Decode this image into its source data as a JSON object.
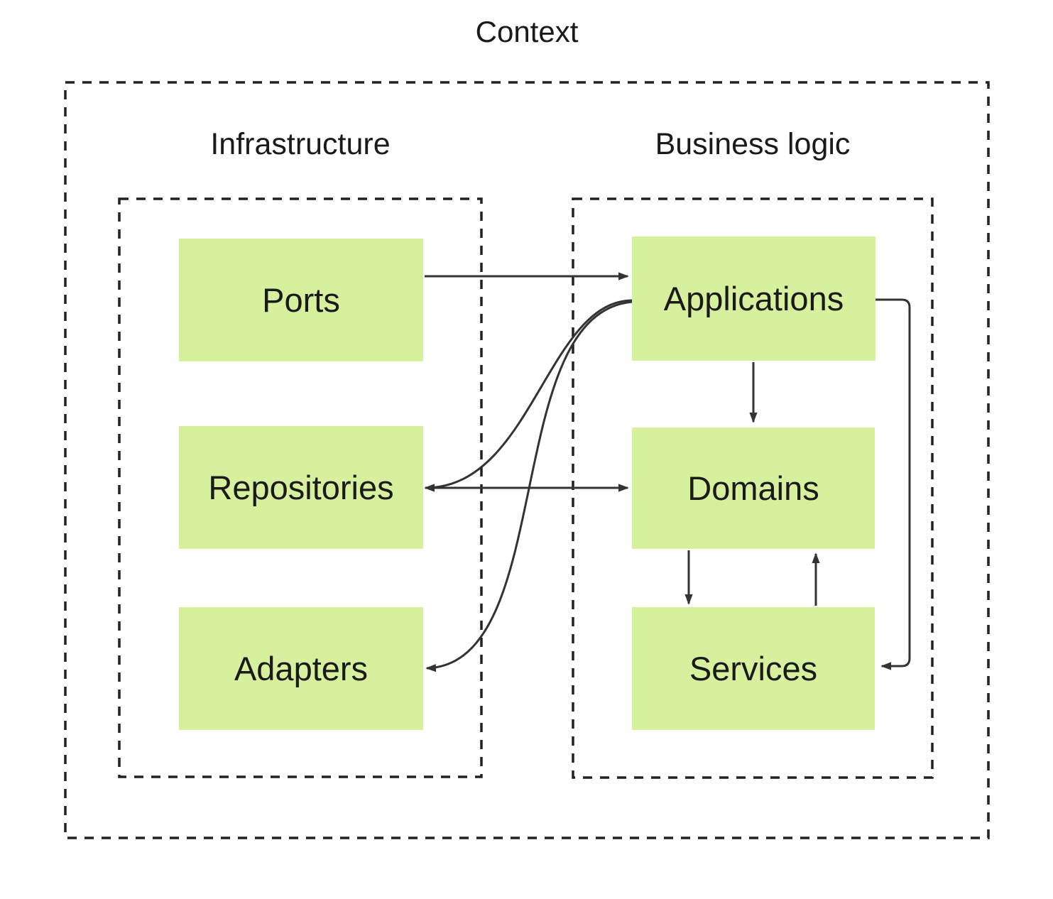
{
  "title": "Context",
  "groups": {
    "context": {
      "label": "Context"
    },
    "infrastructure": {
      "label": "Infrastructure"
    },
    "business_logic": {
      "label": "Business logic"
    }
  },
  "nodes": {
    "ports": {
      "label": "Ports"
    },
    "repositories": {
      "label": "Repositories"
    },
    "adapters": {
      "label": "Adapters"
    },
    "applications": {
      "label": "Applications"
    },
    "domains": {
      "label": "Domains"
    },
    "services": {
      "label": "Services"
    }
  },
  "edges": [
    {
      "from": "Ports",
      "to": "Applications",
      "shape": "straight",
      "arrow": "end"
    },
    {
      "from": "Applications",
      "to": "Repositories",
      "shape": "curve",
      "arrow": "end"
    },
    {
      "from": "Applications",
      "to": "Adapters",
      "shape": "curve",
      "arrow": "end"
    },
    {
      "from": "Repositories",
      "to": "Domains",
      "shape": "straight",
      "arrow": "end"
    },
    {
      "from": "Applications",
      "to": "Domains",
      "shape": "straight",
      "arrow": "end"
    },
    {
      "from": "Domains",
      "to": "Services",
      "shape": "straight",
      "arrow": "end"
    },
    {
      "from": "Services",
      "to": "Domains",
      "shape": "straight",
      "arrow": "end"
    },
    {
      "from": "Applications",
      "to": "Services",
      "shape": "orthogonal-loop",
      "arrow": "end"
    }
  ],
  "colors": {
    "node_fill": "#d6f09e",
    "edge_stroke": "#333333",
    "boundary_stroke": "#212121",
    "text": "#1a1a1a",
    "background": "#ffffff"
  }
}
